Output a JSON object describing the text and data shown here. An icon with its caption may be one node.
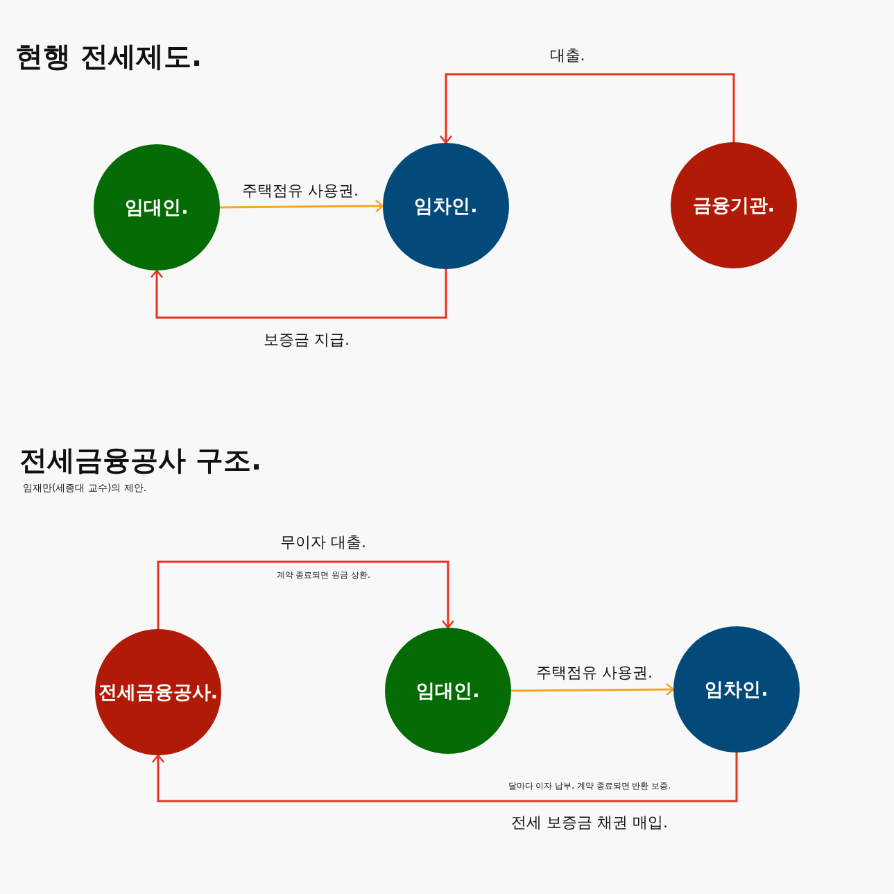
{
  "diagram": {
    "nodes": [
      {
        "text": [
          "임대인."
        ]
      },
      {
        "text": [
          "임차인."
        ]
      },
      {
        "text": [
          "금융기관."
        ]
      },
      {
        "text": [
          "전세금융공사."
        ]
      },
      {
        "text": [
          "임대인."
        ]
      },
      {
        "text": [
          "임차인."
        ]
      }
    ],
    "edges": [
      {
        "from": 0,
        "to": 1,
        "arrow": "to",
        "label": "주택점유 사용권.",
        "color": "#f5a623"
      },
      {
        "from": 1,
        "to": 0,
        "arrow": "to",
        "label": "보증금 지급."
      },
      {
        "from": 2,
        "to": 1,
        "arrow": "to",
        "label": "대출."
      },
      {
        "from": 3,
        "to": 4,
        "arrow": "to",
        "label": "무이자 대출."
      },
      {
        "from": 4,
        "to": 5,
        "arrow": "to",
        "label": "주택점유 사용권.",
        "color": "#f5a623"
      },
      {
        "from": 5,
        "to": 3,
        "arrow": "to",
        "label": "전세 보증금 채권 매입."
      }
    ],
    "labels": [
      "현행 전세제도.",
      "전세금융공사 구조.",
      "임재만(세종대 교수)의 제안.",
      "계약 종료되면 원금 상환.",
      "달마다 이자 납부, 계약 종료되면 반환 보증."
    ]
  }
}
